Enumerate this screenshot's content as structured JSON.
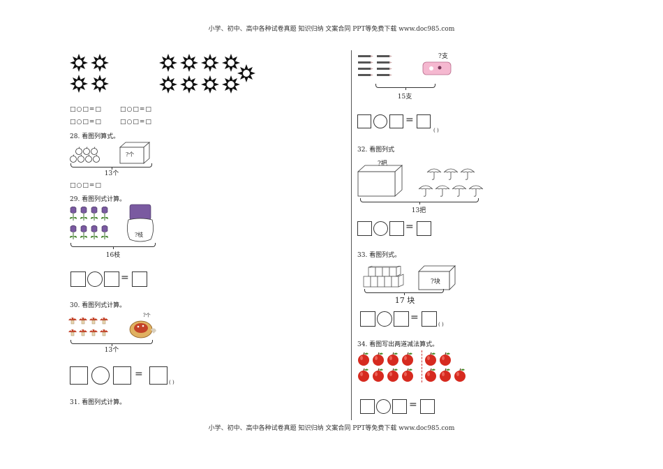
{
  "header": "小学、初中、高中各种试卷真题  知识归纳  文案合同  PPT等免费下载    www.doc985.com",
  "footer": "小学、初中、高中各种试卷真题  知识归纳  文案合同  PPT等免费下载    www.doc985.com",
  "formula_text": "□○□=□",
  "paren": "(    )",
  "q28": {
    "title": "28. 看图列算式。",
    "box_label": "?个",
    "total": "13个"
  },
  "q29": {
    "title": "29. 看图列式计算。",
    "bag_label": "?枝",
    "total": "16枝"
  },
  "q30": {
    "title": "30. 看图列式计算。",
    "basket_label": "?个",
    "total": "13个"
  },
  "q31": {
    "title": "31. 看图列式计算。",
    "case_label": "?支",
    "total": "15支"
  },
  "q32": {
    "title": "32. 看图列式",
    "box_label": "?把",
    "total": "13把"
  },
  "q33": {
    "title": "33. 看图列式。",
    "box_label": "?块",
    "total": "17 块"
  },
  "q34": {
    "title": "34. 看图写出两道减法算式。"
  }
}
